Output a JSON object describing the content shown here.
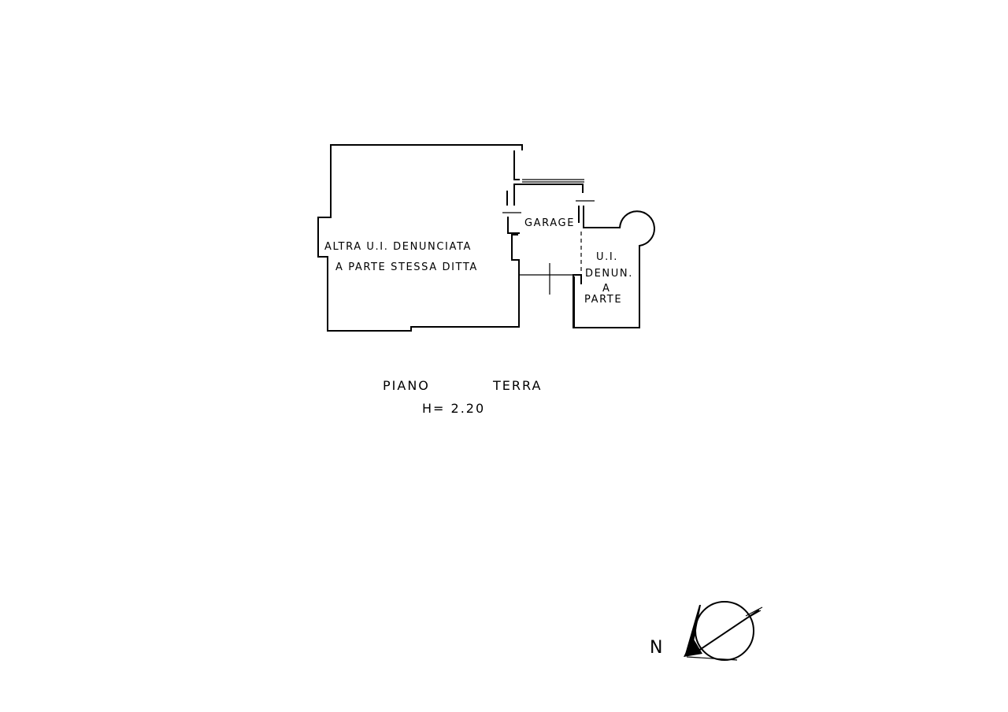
{
  "plan": {
    "rooms": {
      "altra_line1": "ALTRA U.I. DENUNCIATA",
      "altra_line2": "A PARTE STESSA DITTA",
      "garage": "GARAGE",
      "ui_line1": "U.I.",
      "ui_line2": "DENUN.",
      "ui_line3": "A",
      "ui_line4": "PARTE"
    },
    "floor_name_1": "PIANO",
    "floor_name_2": "TERRA",
    "height": "H= 2.20"
  },
  "compass": {
    "north_label": "N"
  }
}
